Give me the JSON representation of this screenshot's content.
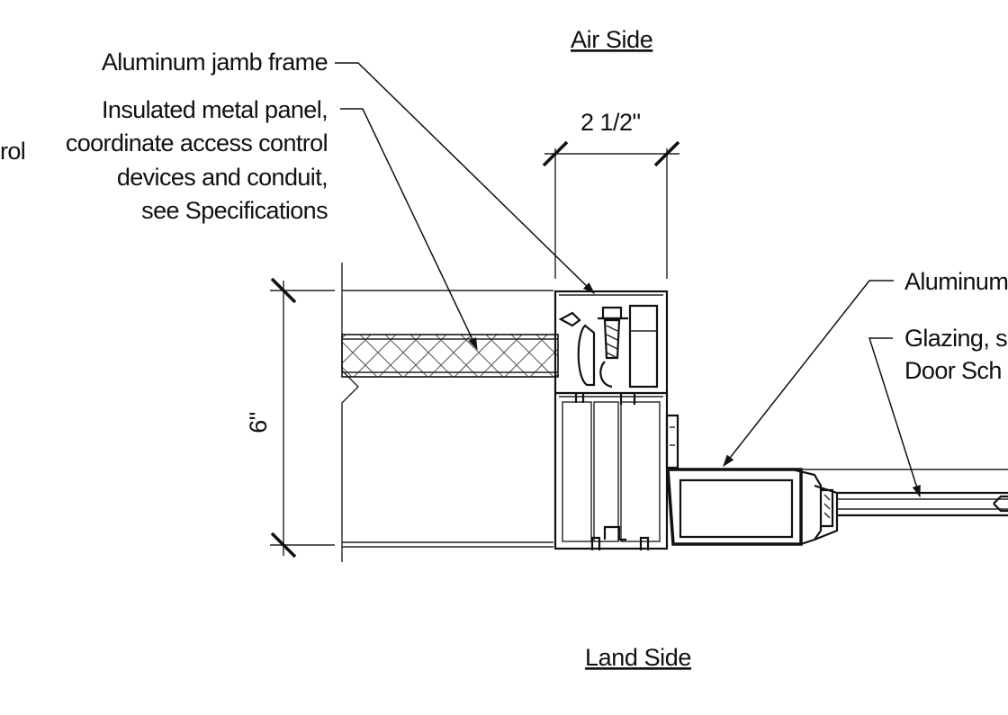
{
  "labels": {
    "air_side": "Air Side",
    "land_side": "Land Side",
    "dim_width": "2 1/2\"",
    "dim_height": "6\"",
    "partial_left": "rol",
    "jamb_frame": "Aluminum jamb frame",
    "panel_line1": "Insulated metal panel,",
    "panel_line2": "coordinate access control",
    "panel_line3": "devices and conduit,",
    "panel_line4": "see Specifications",
    "right_top": "Aluminum",
    "glazing_line1": "Glazing, s",
    "glazing_line2": "Door Sch"
  },
  "colors": {
    "ink": "#111111",
    "background": "#ffffff"
  }
}
